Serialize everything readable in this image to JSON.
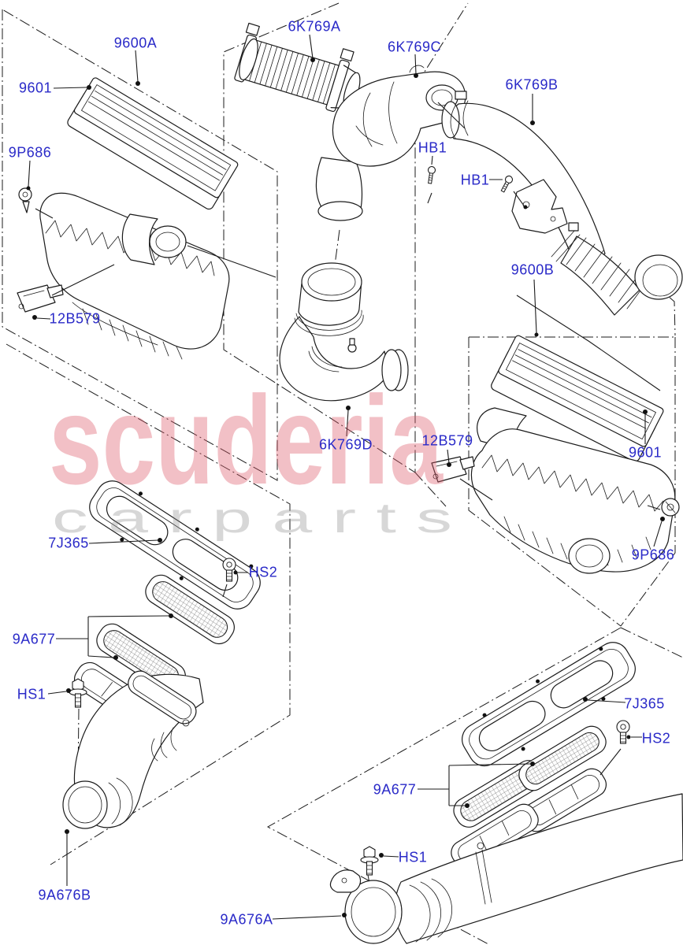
{
  "watermark": {
    "primary": "scuderia",
    "secondary": "c a r   p a r t s"
  },
  "colors": {
    "label": "#2a2ac8",
    "line": "#1b1b1b",
    "watermark_primary": "rgba(222,90,104,0.38)",
    "watermark_secondary": "rgba(140,140,140,0.35)",
    "background": "#ffffff"
  },
  "labels": [
    {
      "id": "9600a",
      "text": "9600A"
    },
    {
      "id": "9601-left",
      "text": "9601"
    },
    {
      "id": "9p686-left",
      "text": "9P686"
    },
    {
      "id": "6k769a",
      "text": "6K769A"
    },
    {
      "id": "6k769c",
      "text": "6K769C"
    },
    {
      "id": "6k769b",
      "text": "6K769B"
    },
    {
      "id": "hb1-first",
      "text": "HB1"
    },
    {
      "id": "hb1-second",
      "text": "HB1"
    },
    {
      "id": "12b579-left",
      "text": "12B579"
    },
    {
      "id": "9600b",
      "text": "9600B"
    },
    {
      "id": "6k769d",
      "text": "6K769D"
    },
    {
      "id": "12b579-right",
      "text": "12B579"
    },
    {
      "id": "9601-right",
      "text": "9601"
    },
    {
      "id": "9p686-right",
      "text": "9P686"
    },
    {
      "id": "7j365-left",
      "text": "7J365"
    },
    {
      "id": "hs2-left",
      "text": "HS2"
    },
    {
      "id": "9a677-left",
      "text": "9A677"
    },
    {
      "id": "hs1-left",
      "text": "HS1"
    },
    {
      "id": "9a676b",
      "text": "9A676B"
    },
    {
      "id": "7j365-right",
      "text": "7J365"
    },
    {
      "id": "hs2-right",
      "text": "HS2"
    },
    {
      "id": "9a677-right",
      "text": "9A677"
    },
    {
      "id": "hs1-right",
      "text": "HS1"
    },
    {
      "id": "9a676a",
      "text": "9A676A"
    }
  ]
}
